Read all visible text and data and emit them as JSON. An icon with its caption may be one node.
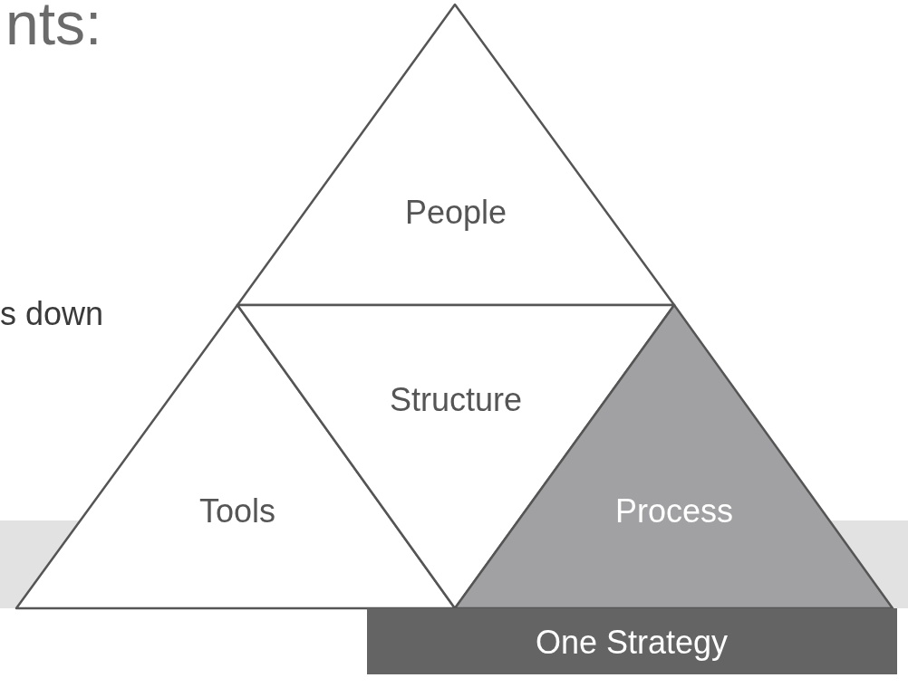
{
  "diagram": {
    "title": "nts:",
    "nodes": [
      {
        "text": [
          "People"
        ]
      },
      {
        "text": [
          "Tools"
        ]
      },
      {
        "text": [
          "Structure"
        ]
      },
      {
        "text": [
          "Process"
        ]
      },
      {
        "text": [
          "One Strategy"
        ]
      }
    ],
    "labels": [
      "s down"
    ]
  }
}
